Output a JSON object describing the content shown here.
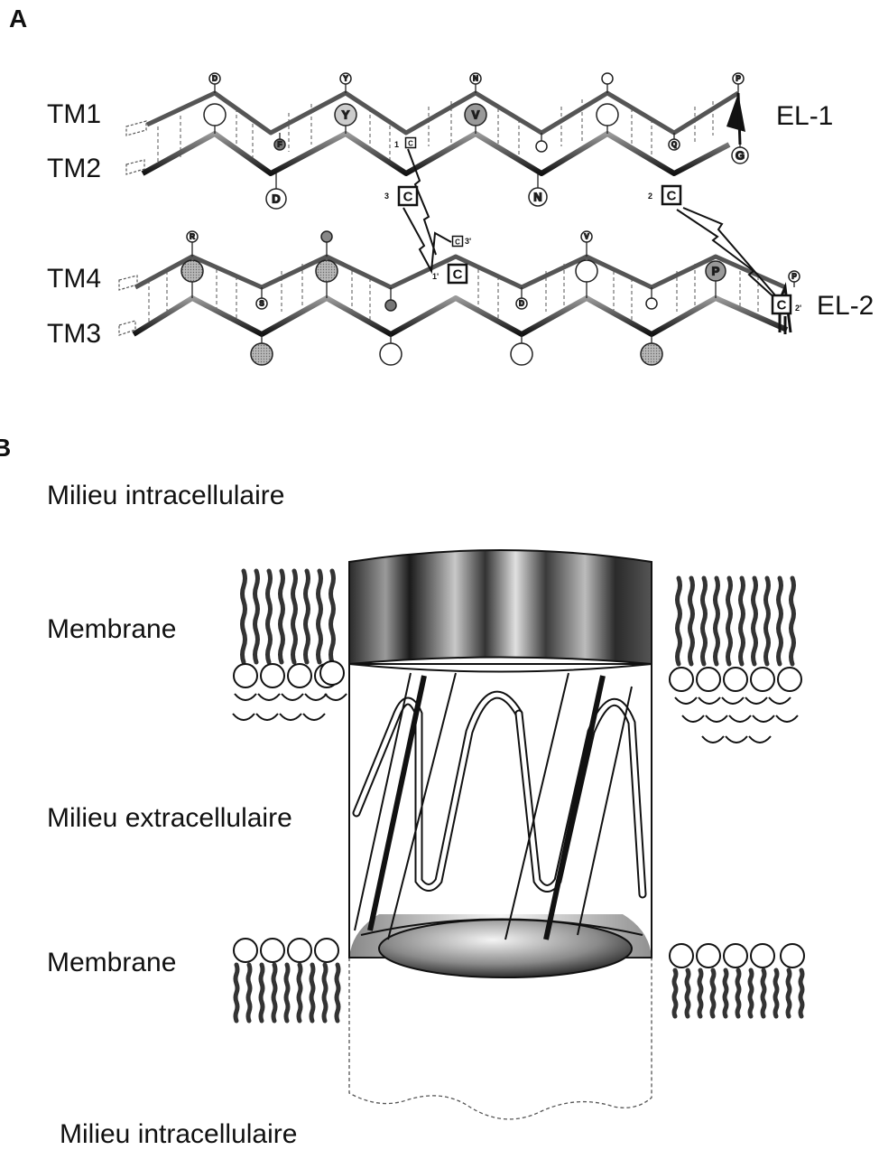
{
  "panels": {
    "a": "A",
    "b": "B"
  },
  "panel_a": {
    "strand_labels": [
      "TM1",
      "TM2",
      "TM4",
      "TM3"
    ],
    "loop_labels": [
      "EL-1",
      "EL-2"
    ],
    "residues": {
      "tm1_top": [
        "D",
        "Y",
        "N",
        "P"
      ],
      "tm1_sheet": [
        "Y",
        "V"
      ],
      "tm2_valley": [
        "F",
        "Q",
        "G"
      ],
      "tm2_bottom": [
        "D",
        "N"
      ],
      "tm4_top": [
        "R",
        "V",
        "P"
      ],
      "tm4_sheet": [
        "P"
      ],
      "tm3_valley": [
        "S",
        "D"
      ],
      "cysteines": [
        "C",
        "C",
        "C",
        "C",
        "C",
        "C"
      ],
      "cys_numbers": [
        "1",
        "3",
        "2",
        "3'",
        "1'",
        "2'"
      ]
    }
  },
  "panel_b": {
    "labels": {
      "top_medium": "Milieu intracellulaire",
      "membrane_top": "Membrane",
      "middle_medium": "Milieu extracellulaire",
      "membrane_bottom": "Membrane",
      "bottom_medium": "Milieu intracellulaire"
    }
  }
}
